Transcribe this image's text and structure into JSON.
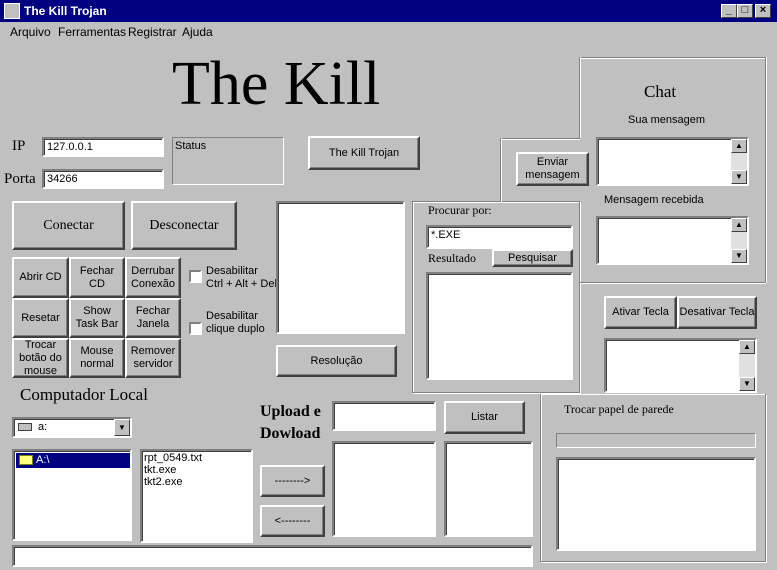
{
  "window": {
    "title": "The Kill Trojan"
  },
  "menu": {
    "items": [
      "Arquivo",
      "Ferramentas",
      "Registrar",
      "Ajuda"
    ]
  },
  "header": {
    "big_title": "The Kill"
  },
  "connection": {
    "ip_label": "IP",
    "ip_value": "127.0.0.1",
    "port_label": "Porta",
    "port_value": "34266",
    "status_label": "Status",
    "trojan_button": "The Kill Trojan",
    "connect_button": "Conectar",
    "disconnect_button": "Desconectar"
  },
  "actions": {
    "open_cd": "Abrir CD",
    "close_cd": "Fechar CD",
    "drop_conn": "Derrubar Conexão",
    "reset": "Resetar",
    "show_taskbar": "Show Task Bar",
    "close_window": "Fechar Janela",
    "swap_mouse": "Trocar botão do mouse",
    "mouse_normal": "Mouse normal",
    "remove_server": "Remover servidor",
    "disable_ctrl_alt_del": "Desabilitar Ctrl + Alt + Del",
    "disable_double_click": "Desabilitar clique duplo",
    "resolution_button": "Resolução"
  },
  "search": {
    "label": "Procurar por:",
    "value": "*.EXE",
    "result_label": "Resultado",
    "search_button": "Pesquisar"
  },
  "chat": {
    "title": "Chat",
    "your_message": "Sua mensagem",
    "send_button": "Enviar mensagem",
    "received_message": "Mensagem recebida"
  },
  "keys": {
    "enable": "Ativar Tecla",
    "disable": "Desativar Tecla"
  },
  "wallpaper": {
    "label": "Trocar papel de parede"
  },
  "local": {
    "title": "Computador Local",
    "drive": "a:",
    "folder": "A:\\",
    "files": [
      "rpt_0549.txt",
      "tkt.exe",
      "tkt2.exe"
    ]
  },
  "transfer": {
    "title": "Upload e Dowload",
    "list_button": "Listar",
    "upload_button": "-------->",
    "download_button": "<--------"
  }
}
